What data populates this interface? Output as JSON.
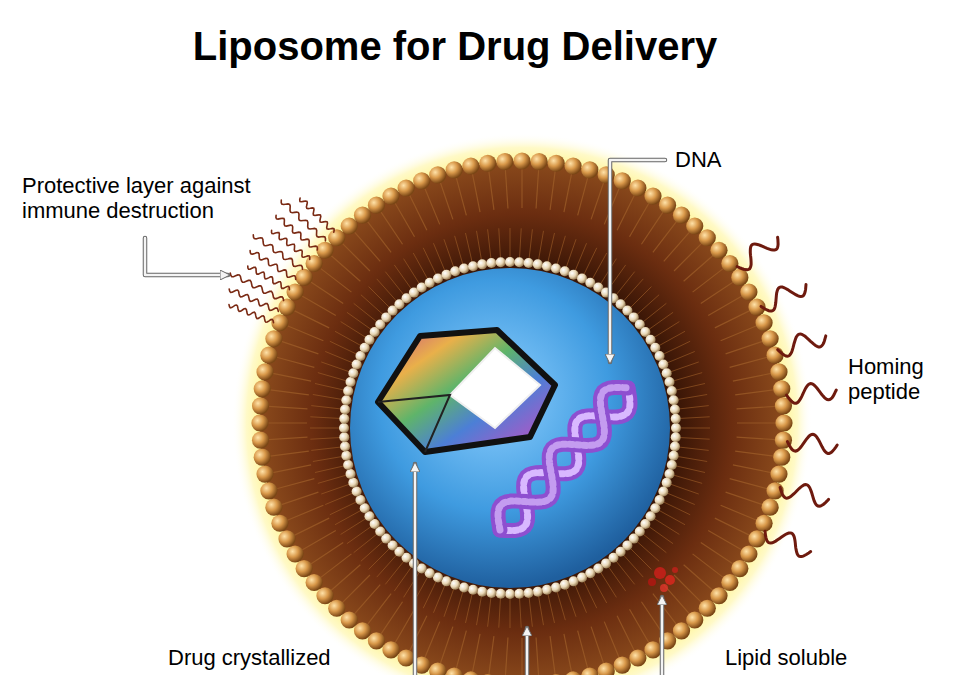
{
  "diagram": {
    "title": "Liposome for Drug Delivery",
    "labels": [
      "Protective layer against immune destruction",
      "DNA",
      "Homing peptide",
      "Drug crystallized",
      "Lipid soluble"
    ]
  }
}
